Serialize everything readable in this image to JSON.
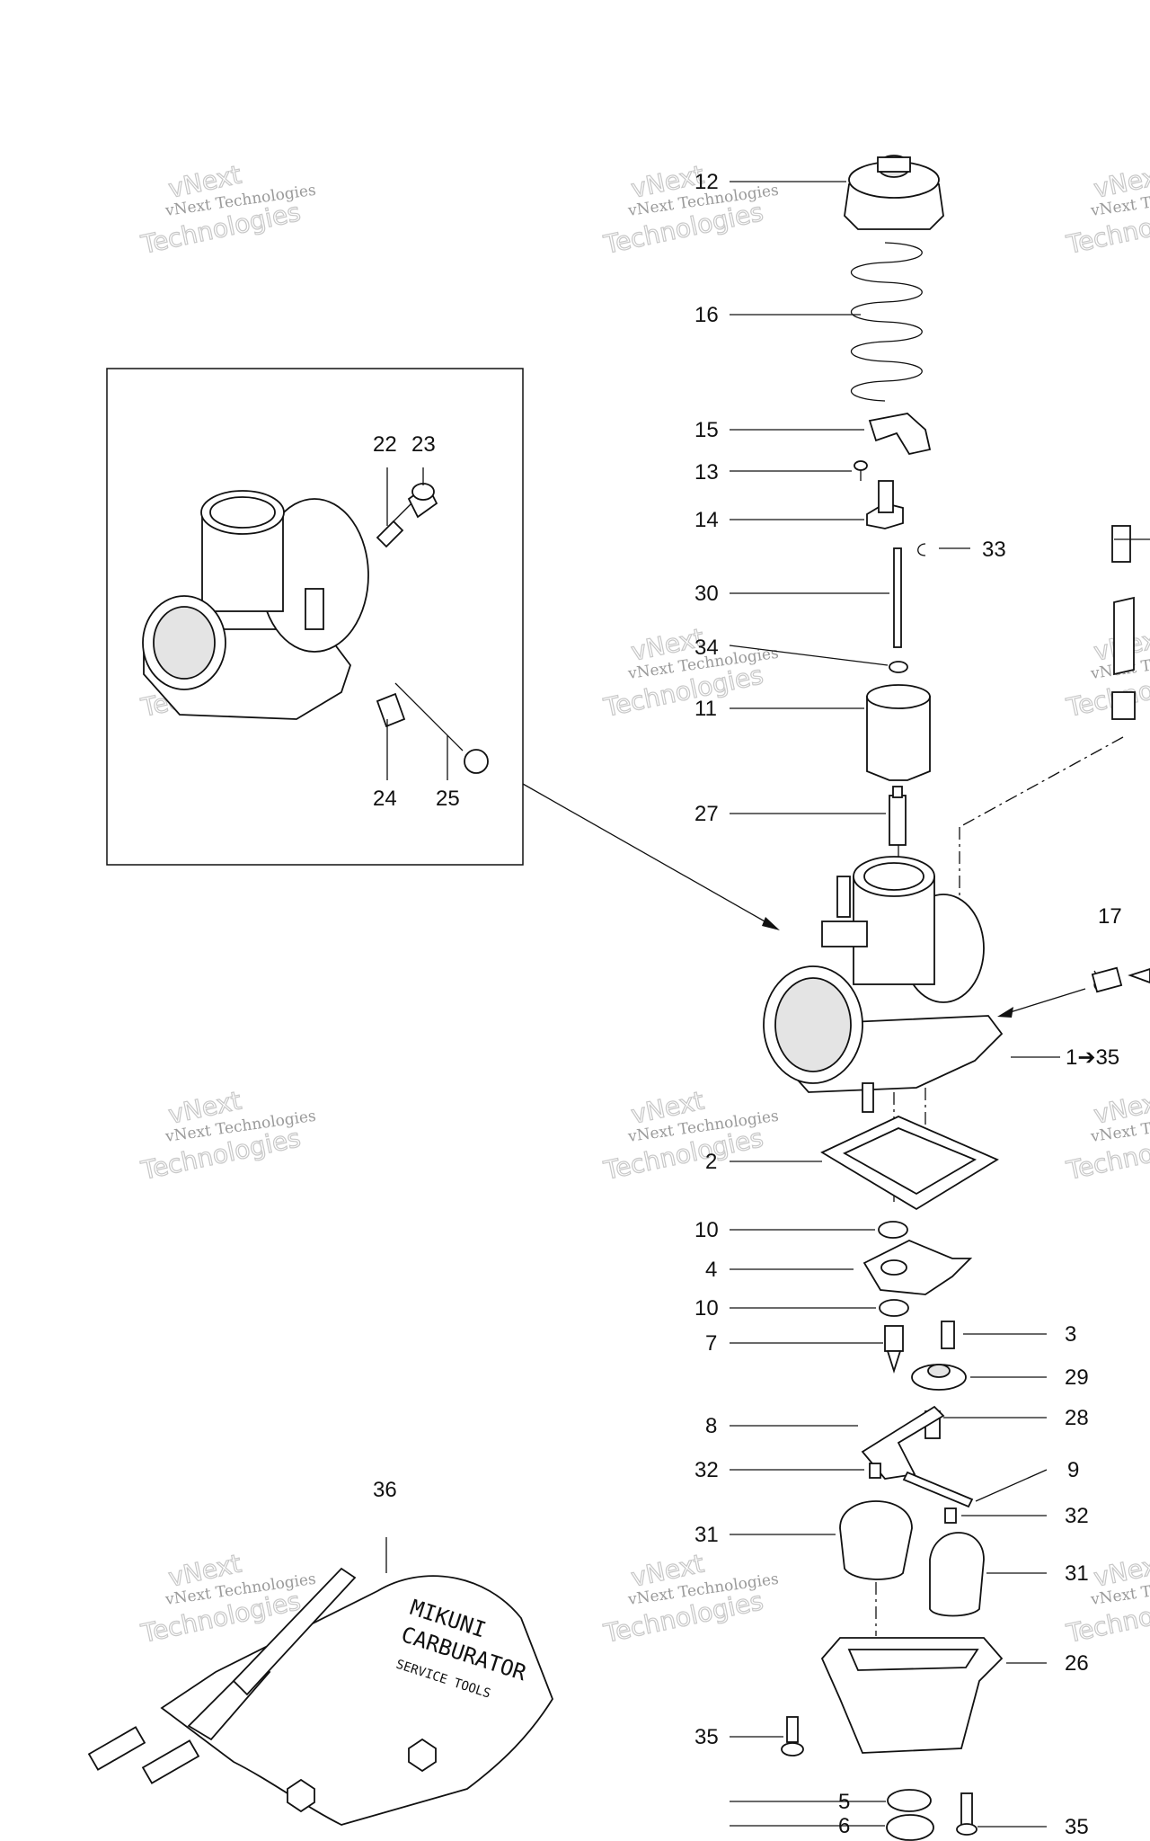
{
  "callouts": {
    "c12": "12",
    "c16": "16",
    "c15": "15",
    "c13": "13",
    "c14": "14",
    "c33": "33",
    "c30": "30",
    "c34": "34",
    "c11": "11",
    "c27": "27",
    "c17": "17",
    "c1": "1➔35",
    "c2": "2",
    "c10a": "10",
    "c4": "4",
    "c10b": "10",
    "c3": "3",
    "c7": "7",
    "c29": "29",
    "c8": "8",
    "c28": "28",
    "c32a": "32",
    "c9": "9",
    "c32b": "32",
    "c31a": "31",
    "c31b": "31",
    "c26": "26",
    "c35a": "35",
    "c5": "5",
    "c6": "6",
    "c35b": "35",
    "c22": "22",
    "c23": "23",
    "c24": "24",
    "c25": "25",
    "c36": "36"
  },
  "watermark": {
    "line1": "vNext Technologies",
    "line2": "vNext",
    "line3": "Technologies"
  },
  "toolkit": {
    "line1": "MIKUNI",
    "line2": "CARBURATOR",
    "line3": "SERVICE TOOLS"
  },
  "colors": {
    "ink": "#111111",
    "watermark": "#9a9a9a",
    "shade": "#e4e4e4"
  },
  "icons": [
    "arrow-pointer-icon",
    "right-arrow-glyph-icon"
  ]
}
